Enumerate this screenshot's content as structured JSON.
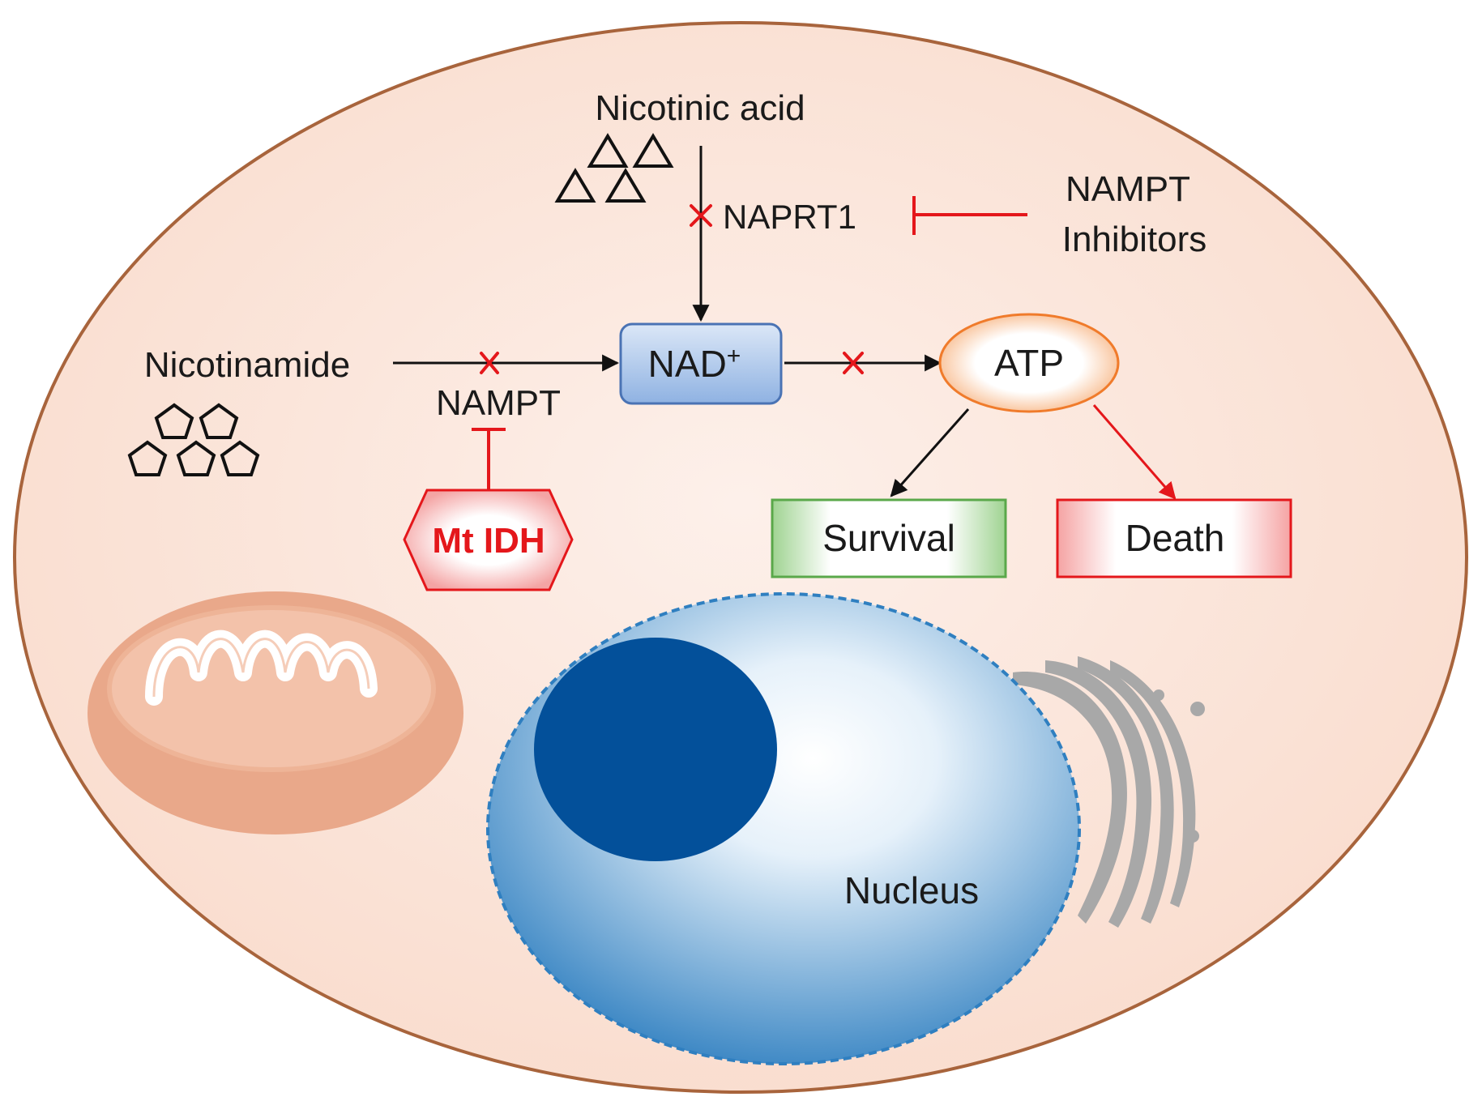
{
  "labels": {
    "nicotinic_acid": "Nicotinic acid",
    "naprt1": "NAPRT1",
    "nampt_inhibitors_line1": "NAMPT",
    "nampt_inhibitors_line2": "Inhibitors",
    "nicotinamide": "Nicotinamide",
    "nampt": "NAMPT",
    "nad": "NAD",
    "nad_charge": "+",
    "atp": "ATP",
    "mt_idh": "Mt IDH",
    "survival": "Survival",
    "death": "Death",
    "nucleus": "Nucleus"
  },
  "colors": {
    "cell_fill": "#fbe5da",
    "cell_stroke": "#a8643c",
    "inhibition_red": "#e4171b",
    "arrow_black": "#111111",
    "nad_box_fill": "#a9c6eb",
    "nad_box_stroke": "#4a73b4",
    "atp_stroke": "#f07b2b",
    "survival_stroke": "#5aa84a",
    "death_stroke": "#e4171b",
    "mitochondrion": "#e9a88a",
    "nucleus_blue": "#2f7fc0",
    "nucleolus": "#03509a",
    "golgi": "#a8a8a8"
  },
  "icons": {
    "nicotinic_acid_symbol": "triangle-icon",
    "nicotinamide_symbol": "pentagon-icon",
    "block_mark": "cross-mark-icon"
  }
}
